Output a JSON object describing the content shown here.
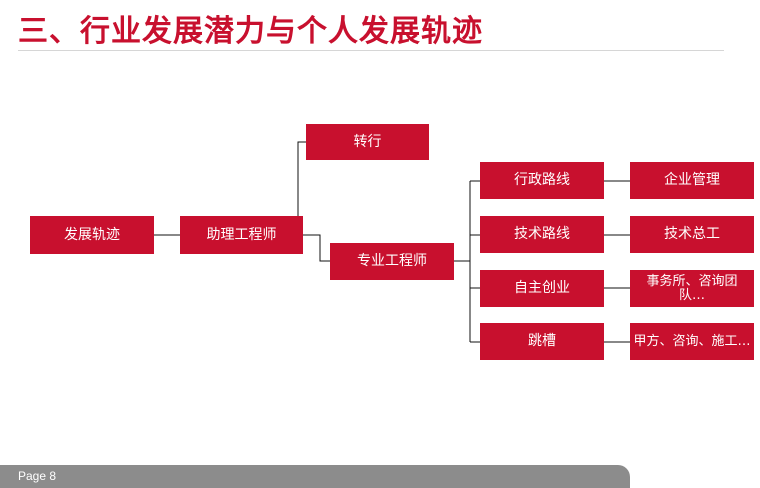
{
  "title": "三、行业发展潜力与个人发展轨迹",
  "nodes": {
    "root": "发展轨迹",
    "assistant": "助理工程师",
    "switch": "转行",
    "professional": "专业工程师",
    "admin_path": "行政路线",
    "tech_path": "技术路线",
    "startup": "自主创业",
    "job_hop": "跳槽",
    "enterprise_mgmt": "企业管理",
    "chief_engineer": "技术总工",
    "firm": "事务所、咨询团队…",
    "client_side": "甲方、咨询、施工…"
  },
  "colors": {
    "accent": "#c8102e",
    "footer": "#8c8c8c"
  },
  "footer": {
    "page": "Page 8"
  }
}
